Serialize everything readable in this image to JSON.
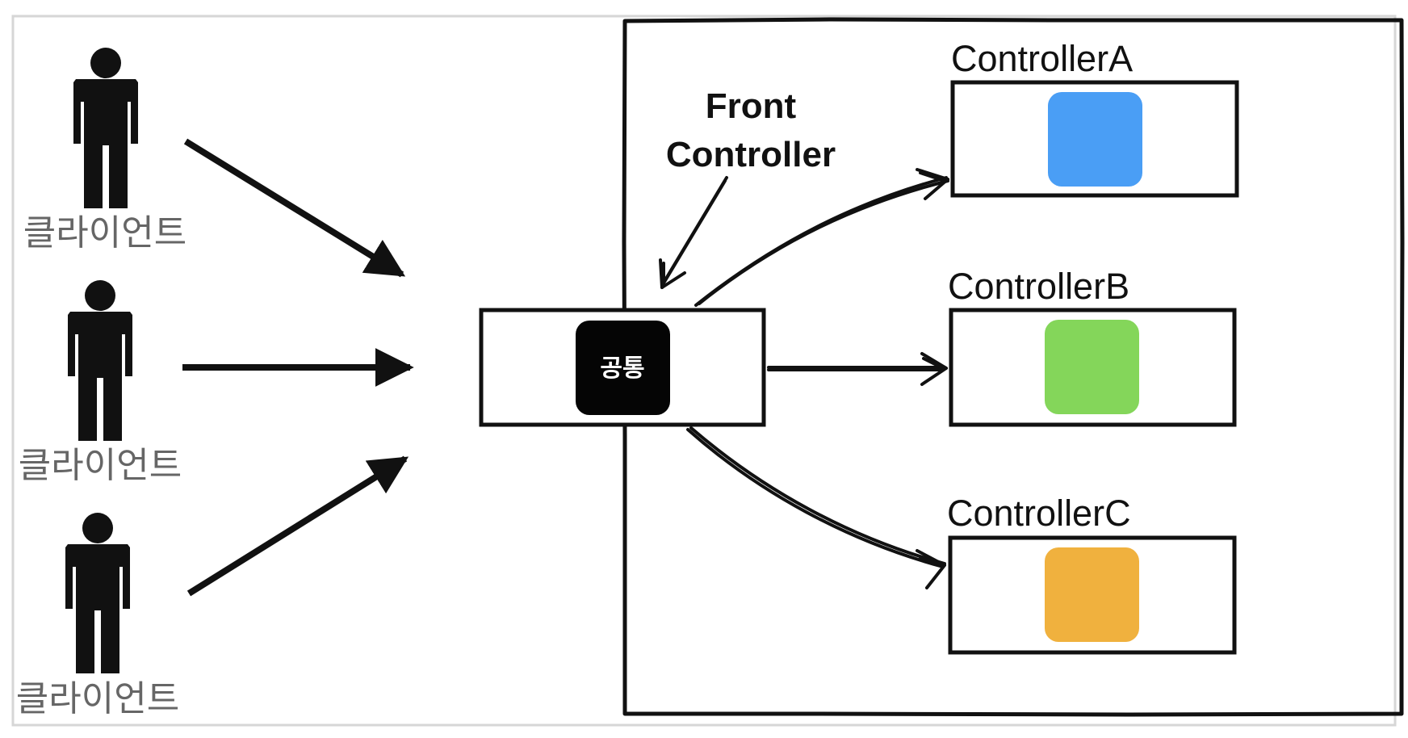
{
  "clients": [
    {
      "label": "클라이언트"
    },
    {
      "label": "클라이언트"
    },
    {
      "label": "클라이언트"
    }
  ],
  "front_controller": {
    "annotation_line1": "Front",
    "annotation_line2": "Controller",
    "common_label": "공통"
  },
  "controllers": [
    {
      "label": "ControllerA",
      "color": "#4A9EF5"
    },
    {
      "label": "ControllerB",
      "color": "#84D65A"
    },
    {
      "label": "ControllerC",
      "color": "#F0B13E"
    }
  ],
  "colors": {
    "ink": "#111111",
    "client_text": "#666666",
    "frame": "#d6d6d6",
    "common_box": "#050505",
    "common_text": "#ffffff"
  }
}
